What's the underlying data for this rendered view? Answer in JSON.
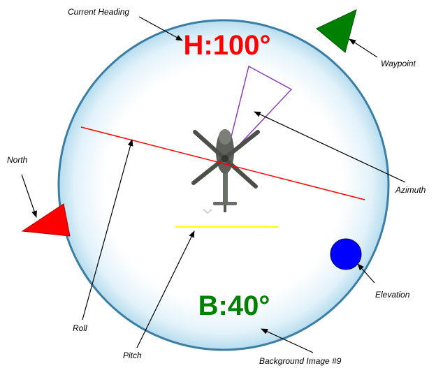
{
  "hud": {
    "heading_text": "H:100°",
    "bearing_text": "B:40°",
    "heading_color": "#ff0000",
    "bearing_color": "#008000"
  },
  "markers": {
    "north_color": "#ff0000",
    "waypoint_color": "#008000",
    "elevation_color": "#0000ff",
    "azimuth_color": "#8b3fbf",
    "roll_color": "#ff0000",
    "pitch_color": "#ffff00",
    "ring_color": "#3a7ea6"
  },
  "labels": {
    "current_heading": "Current Heading",
    "waypoint": "Waypoint",
    "north": "North",
    "azimuth": "Azimuth",
    "elevation": "Elevation",
    "roll": "Roll",
    "pitch": "Pitch",
    "background_image": "Background Image #9"
  },
  "icons": {
    "aircraft": "helicopter-top-view-icon"
  }
}
